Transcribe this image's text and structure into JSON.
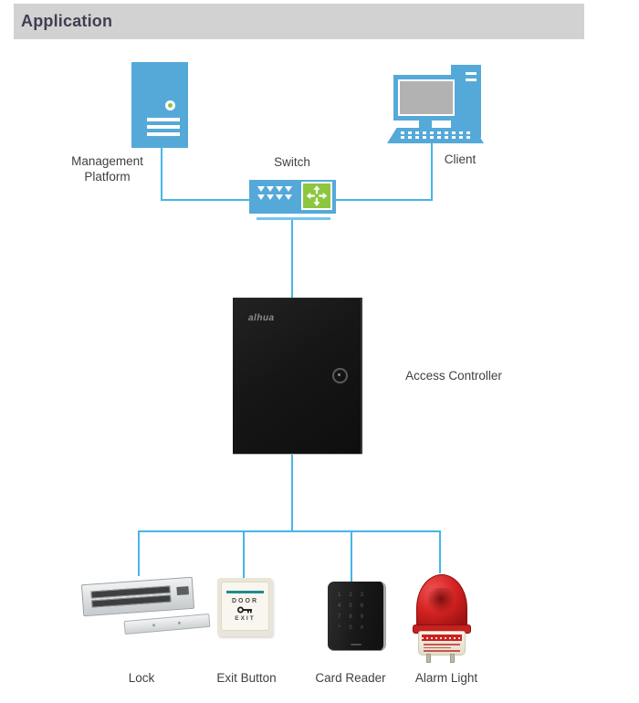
{
  "header": {
    "title": "Application"
  },
  "colors": {
    "line": "#45b6e8",
    "icon_blue": "#55a9d9",
    "icon_green": "#8dc63f",
    "header_bg": "#d2d2d2",
    "header_text": "#3f3f52",
    "label_text": "#404040",
    "alarm_red": "#c41818"
  },
  "nodes": {
    "management_platform": {
      "label": [
        "Management",
        "Platform"
      ]
    },
    "switch": {
      "label": "Switch"
    },
    "client": {
      "label": "Client"
    },
    "access_controller": {
      "label": "Access Controller",
      "brand_logo": "alhua"
    },
    "lock": {
      "label": "Lock"
    },
    "exit_button": {
      "label": "Exit Button",
      "door_text": "DOOR",
      "exit_text": "EXIT"
    },
    "card_reader": {
      "label": "Card Reader",
      "keys": [
        "1",
        "2",
        "3",
        "4",
        "5",
        "6",
        "7",
        "8",
        "9",
        "*",
        "0",
        "#"
      ]
    },
    "alarm_light": {
      "label": "Alarm Light"
    }
  }
}
